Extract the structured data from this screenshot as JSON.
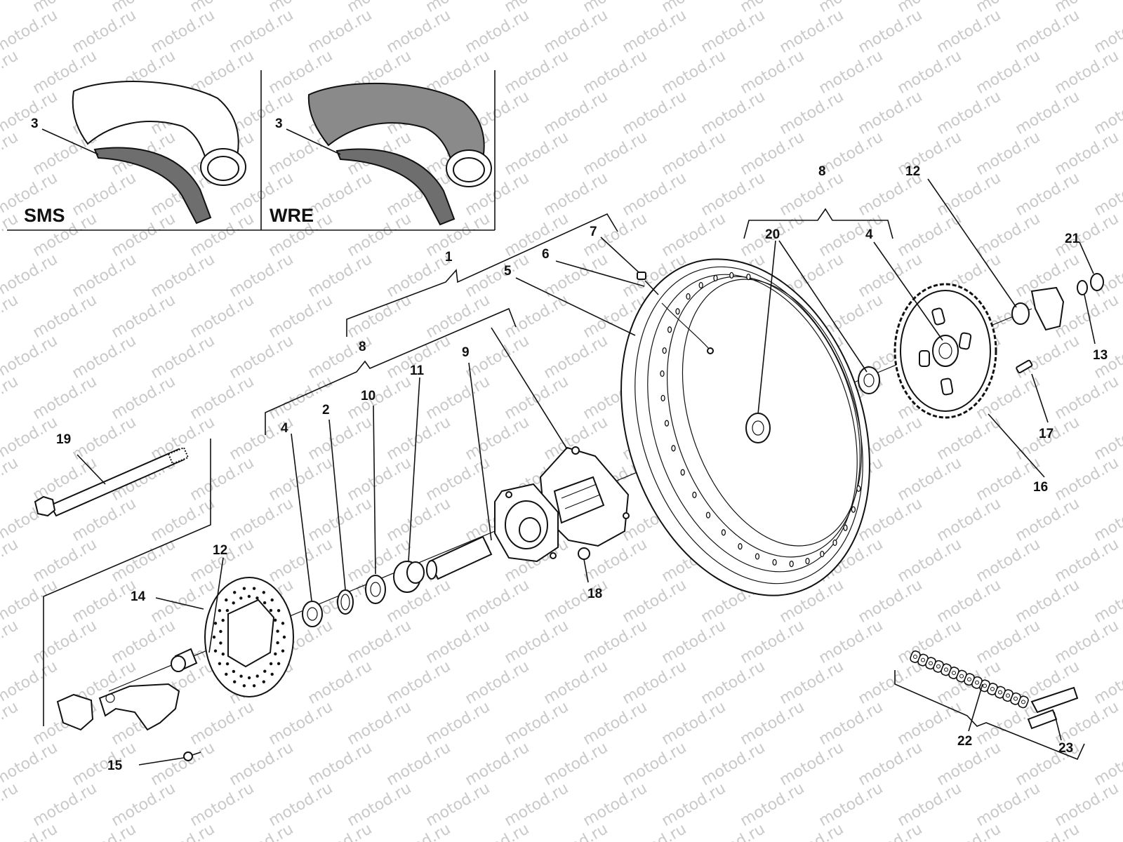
{
  "watermark": {
    "text": "motod.ru"
  },
  "insets": {
    "left": {
      "label": "SMS",
      "callout": "3"
    },
    "right": {
      "label": "WRE",
      "callout": "3"
    }
  },
  "callouts": {
    "c1": "1",
    "c2": "2",
    "c3": "3",
    "c4a": "4",
    "c4b": "4",
    "c5": "5",
    "c6": "6",
    "c7": "7",
    "c8a": "8",
    "c8b": "8",
    "c9": "9",
    "c10": "10",
    "c11": "11",
    "c12a": "12",
    "c12b": "12",
    "c13": "13",
    "c14": "14",
    "c15": "15",
    "c16": "16",
    "c17": "17",
    "c18": "18",
    "c19": "19",
    "c20": "20",
    "c21": "21",
    "c22": "22",
    "c23": "23"
  }
}
